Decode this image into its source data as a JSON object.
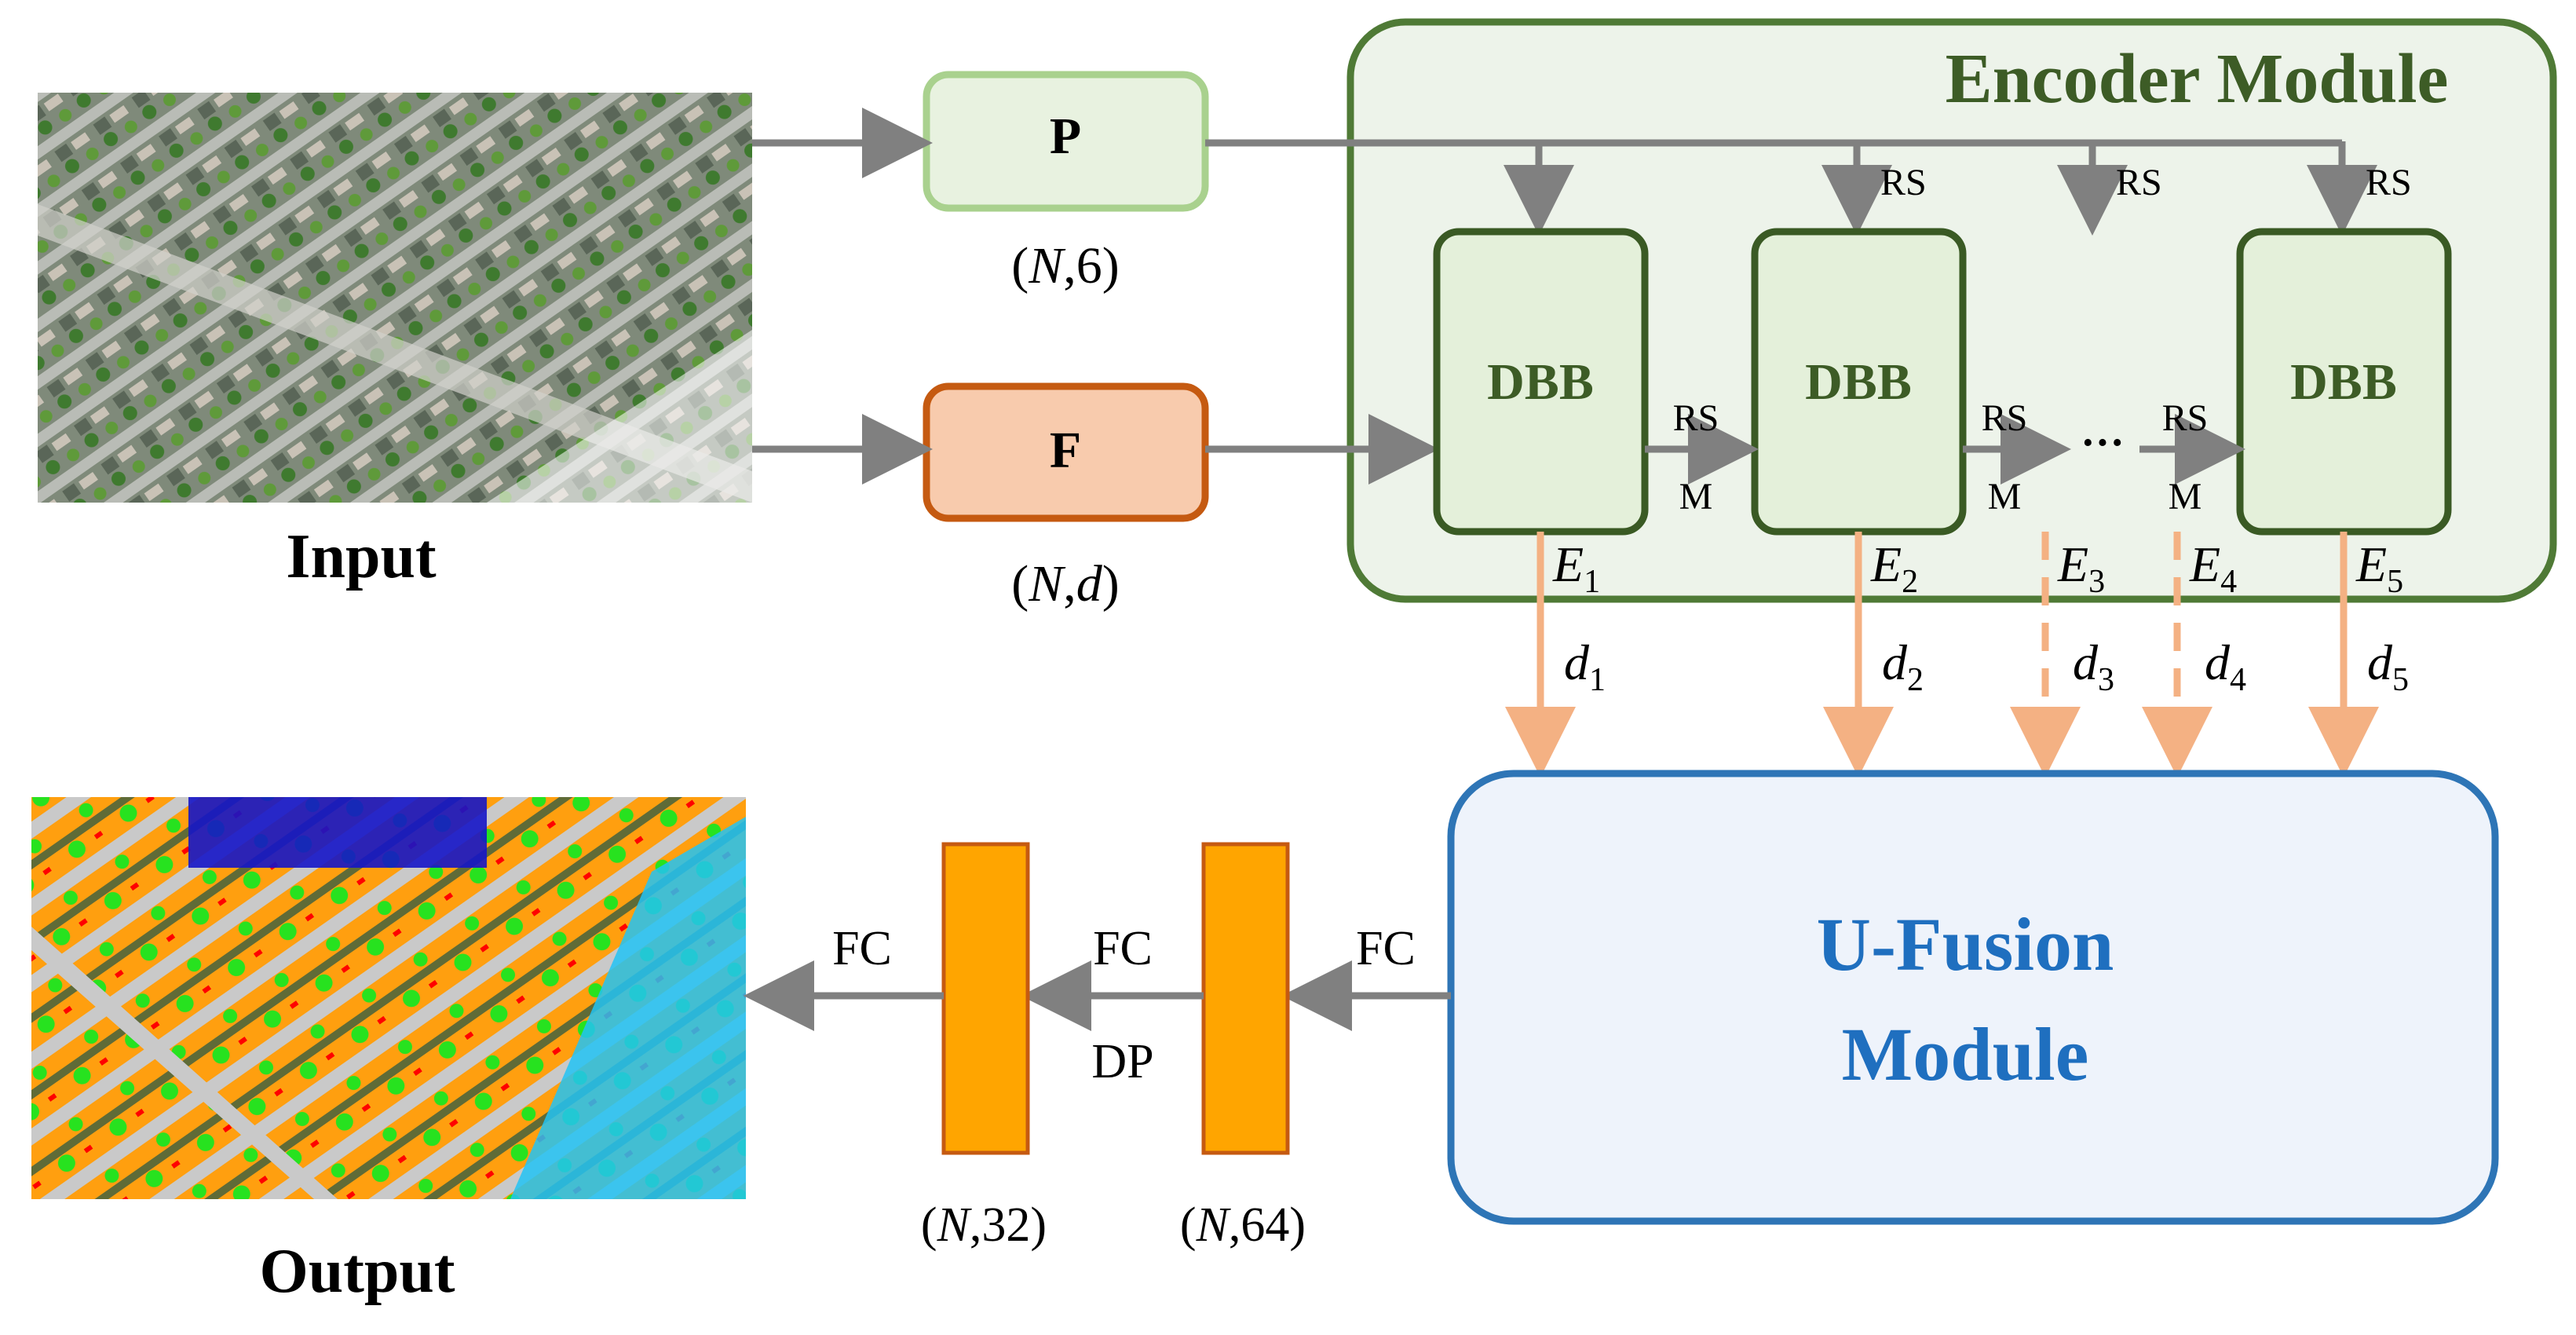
{
  "input": {
    "label": "Input"
  },
  "output": {
    "label": "Output"
  },
  "p_box": {
    "label": "P",
    "shape": "(N,6)"
  },
  "f_box": {
    "label": "F",
    "shape": "(N,d)"
  },
  "encoder": {
    "title": "Encoder Module",
    "block_label": "DBB",
    "rs": "RS",
    "m": "M",
    "ellipsis": "···",
    "levels": [
      {
        "e": "E",
        "e_sub": "1",
        "d": "d",
        "d_sub": "1"
      },
      {
        "e": "E",
        "e_sub": "2",
        "d": "d",
        "d_sub": "2"
      },
      {
        "e": "E",
        "e_sub": "3",
        "d": "d",
        "d_sub": "3"
      },
      {
        "e": "E",
        "e_sub": "4",
        "d": "d",
        "d_sub": "4"
      },
      {
        "e": "E",
        "e_sub": "5",
        "d": "d",
        "d_sub": "5"
      }
    ]
  },
  "ufusion": {
    "line1": "U-Fusion",
    "line2": "Module"
  },
  "head": {
    "fc": "FC",
    "dp": "DP",
    "shape_32": "(N,32)",
    "shape_64": "(N,64)"
  },
  "colors": {
    "encoder_border": "#4f7a36",
    "encoder_fill": "#edf3ea",
    "encoder_title": "#3d5c26",
    "dbb_border": "#3a5a24",
    "dbb_fill": "#e4f0da",
    "dbb_text": "#3d5c26",
    "p_border": "#a9d18e",
    "p_fill": "#e8f2e0",
    "f_border": "#c55a11",
    "f_fill": "#f8cbad",
    "ufusion_border": "#2e75b6",
    "ufusion_fill": "#eef3fb",
    "ufusion_text": "#1f6fbf",
    "orange_arrow": "#f4b183",
    "gray_arrow": "#808080",
    "fc_layer": "#ffa500",
    "fc_layer_border": "#c55a11"
  }
}
